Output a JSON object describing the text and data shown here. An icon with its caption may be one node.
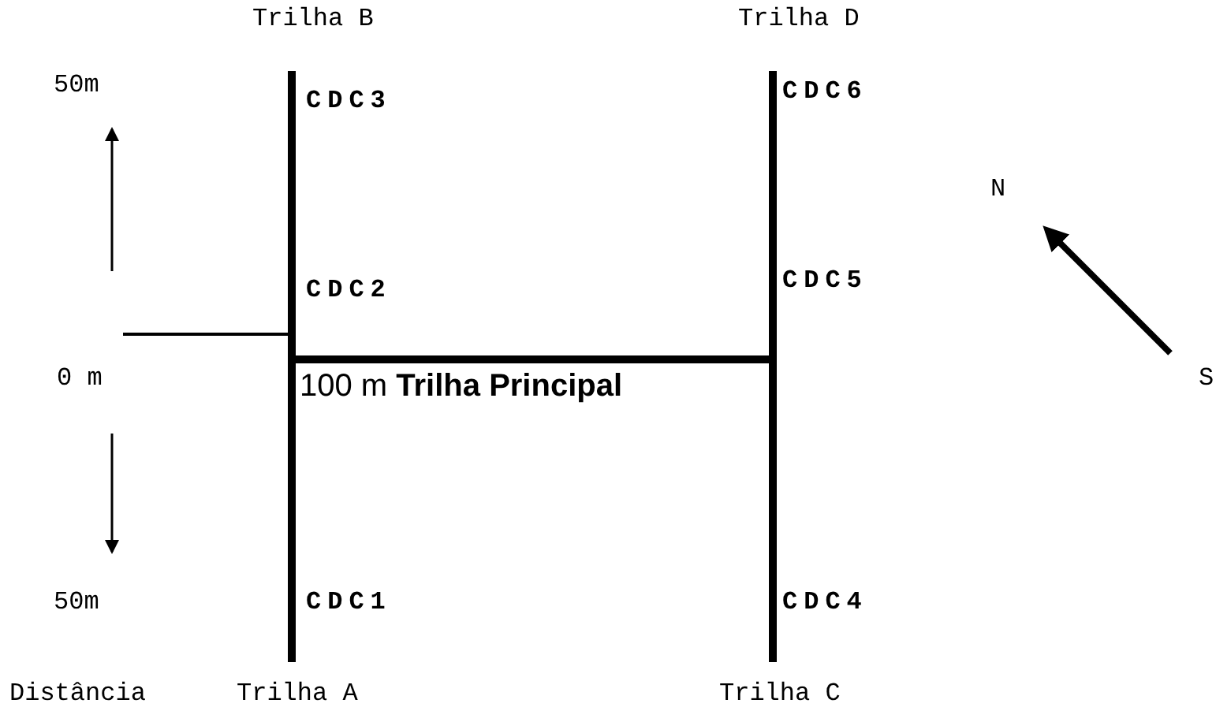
{
  "diagram": {
    "labels": [
      "Trilha B",
      "Trilha D",
      "50m",
      "CDC3",
      "CDC6",
      "N",
      "CDC2",
      "CDC5",
      "0 m",
      "100 m **Trilha Principal**",
      "S",
      "50m",
      "CDC1",
      "CDC4",
      "Distância",
      "Trilha A",
      "Trilha C"
    ]
  }
}
